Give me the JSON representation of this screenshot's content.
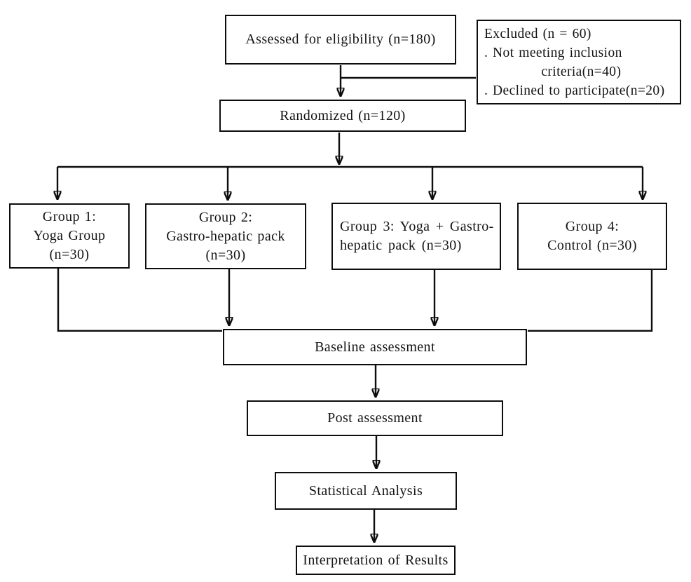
{
  "diagram": {
    "background_color": "#ffffff",
    "line_color": "#0d0d0d",
    "box_border_color": "#0d0d0d",
    "text_color": "#141414",
    "nodes": {
      "assessed": {
        "text": "Assessed for eligibility (n=180)"
      },
      "excluded": {
        "text": "Excluded (n = 60)\n. Not meeting inclusion\n            criteria(n=40)\n. Declined to participate(n=20)"
      },
      "randomized": {
        "text": "Randomized (n=120)"
      },
      "group1": {
        "text": "Group 1:\nYoga Group\n(n=30)"
      },
      "group2": {
        "text": "Group 2:\nGastro-hepatic pack\n(n=30)"
      },
      "group3": {
        "text": "Group 3: Yoga + Gastro-\nhepatic pack (n=30)"
      },
      "group4": {
        "text": "Group 4:\nControl (n=30)"
      },
      "baseline": {
        "text": "Baseline assessment"
      },
      "post": {
        "text": "Post assessment"
      },
      "statistical": {
        "text": "Statistical Analysis"
      },
      "interpretation": {
        "text": "Interpretation of Results"
      }
    }
  }
}
